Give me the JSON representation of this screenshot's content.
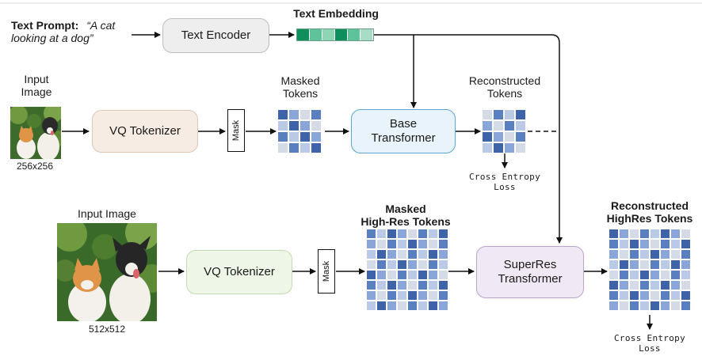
{
  "top": {
    "prompt_label": "Text Prompt:",
    "prompt_line1": "“A cat",
    "prompt_line2": "looking at a dog”",
    "text_encoder": "Text Encoder",
    "text_embedding": "Text Embedding"
  },
  "stage1": {
    "input_label_1": "Input",
    "input_label_2": "Image",
    "size_label": "256x256",
    "tokenizer": "VQ Tokenizer",
    "mask": "Mask",
    "masked_label_1": "Masked",
    "masked_label_2": "Tokens",
    "transformer_1": "Base",
    "transformer_2": "Transformer",
    "recon_label_1": "Reconstructed",
    "recon_label_2": "Tokens",
    "loss_1": "Cross Entropy",
    "loss_2": "Loss"
  },
  "stage2": {
    "input_label": "Input Image",
    "size_label": "512x512",
    "tokenizer": "VQ Tokenizer",
    "mask": "Mask",
    "masked_label_1": "Masked",
    "masked_label_2": "High-Res Tokens",
    "transformer_1": "SuperRes",
    "transformer_2": "Transformer",
    "recon_label_1": "Reconstructed",
    "recon_label_2": "HighRes Tokens",
    "loss_1": "Cross Entropy",
    "loss_2": "Loss"
  },
  "colors": {
    "embedding": [
      "#0f8f5e",
      "#5fc39a",
      "#8fd4b3",
      "#0f8f5e",
      "#5fc39a",
      "#a8dcc4"
    ],
    "token_palette": [
      "#5a7fc0",
      "#8aa6d8",
      "#b9c9e6",
      "#d5dbe6",
      "#3f63a8"
    ],
    "text_encoder_fill": "#eeeeee",
    "tokenizer1_fill": "#f7ece4",
    "tokenizer2_fill": "#eef6e8",
    "base_fill": "#e8f3fb",
    "base_border": "#5aa6d8",
    "superres_fill": "#f1e8f6",
    "superres_border": "#b9a4cf"
  },
  "icons": [
    "cat-dog-photo-small",
    "cat-dog-photo-large"
  ]
}
